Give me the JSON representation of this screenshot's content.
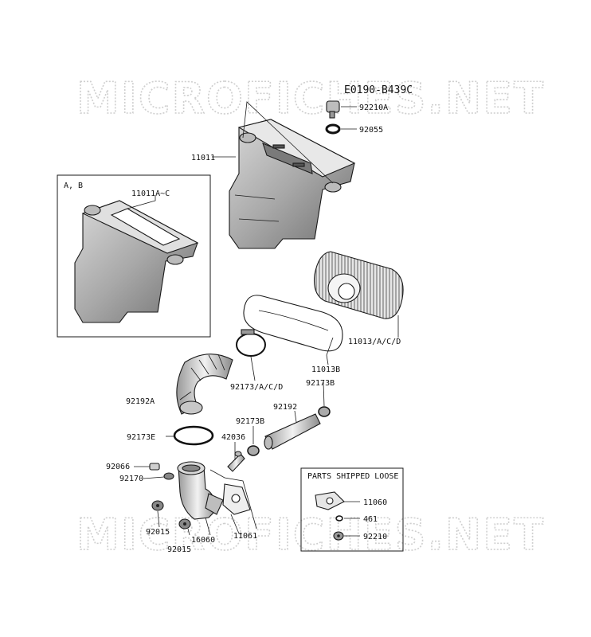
{
  "diagram_code": "E0190-B439C",
  "watermark": "MICROFICHES.NET",
  "inset": {
    "title": "A, B",
    "part": "11011A~C"
  },
  "loose_box": {
    "title": "PARTS SHIPPED LOOSE"
  },
  "labels": {
    "p92210A": "92210A",
    "p92055": "92055",
    "p11011": "11011",
    "p11013": "11013/A/C/D",
    "p11013B": "11013B",
    "p92173ACD": "92173/A/C/D",
    "p92192A": "92192A",
    "p92173B_top": "92173B",
    "p92192": "92192",
    "p92173B_mid": "92173B",
    "p92173E": "92173E",
    "p42036": "42036",
    "p92066": "92066",
    "p92170": "92170",
    "p92015_a": "92015",
    "p16060": "16060",
    "p11061": "11061",
    "p92015_b": "92015",
    "p11060": "11060",
    "p461": "461",
    "p92210": "92210"
  }
}
